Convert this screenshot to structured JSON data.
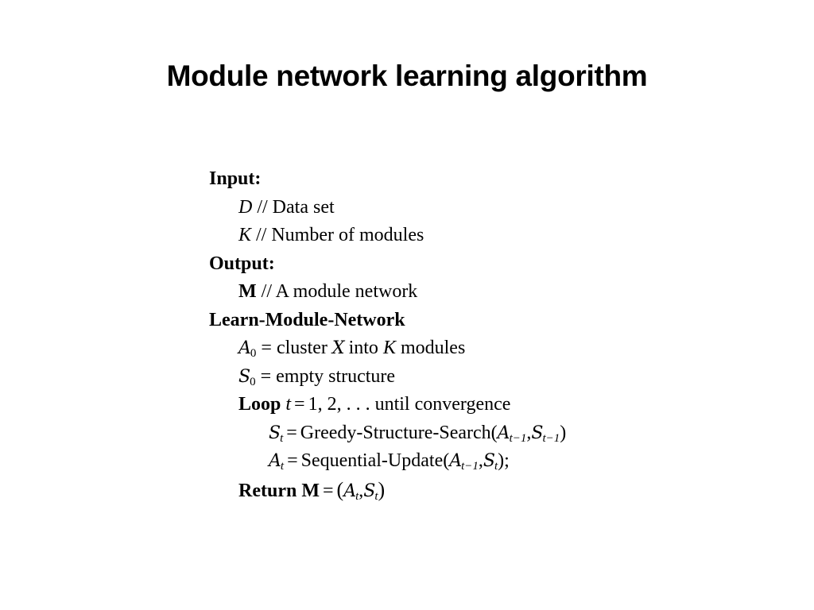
{
  "slide": {
    "title": "Module network learning algorithm"
  },
  "algorithm": {
    "input_label": "Input:",
    "input_d_symbol": "D",
    "input_d_comment": "// Data set",
    "input_k_symbol": "K",
    "input_k_comment": "// Number of modules",
    "output_label": "Output:",
    "output_m_symbol": "M",
    "output_m_comment": "// A module network",
    "procedure_name": "Learn-Module-Network",
    "init_a": {
      "symbol": "A",
      "sub": "0",
      "eq": "=",
      "text_cluster": "cluster",
      "x_symbol": "X",
      "text_into": "into",
      "k_symbol": "K",
      "text_modules": "modules"
    },
    "init_s": {
      "symbol": "S",
      "sub": "0",
      "eq": "=",
      "text": "empty structure"
    },
    "loop": {
      "keyword": "Loop",
      "var": "t",
      "eq": "=",
      "range": "1, 2, . . .",
      "text": "until convergence"
    },
    "step_s": {
      "lhs": "S",
      "lhs_sub": "t",
      "eq": "=",
      "func": "Greedy-Structure-Search(",
      "arg1": "A",
      "arg1_sub": "t−1",
      "sep": ",",
      "arg2": "S",
      "arg2_sub": "t−1",
      "close": ")"
    },
    "step_a": {
      "lhs": "A",
      "lhs_sub": "t",
      "eq": "=",
      "func": "Sequential-Update(",
      "arg1": "A",
      "arg1_sub": "t−1",
      "sep": ",",
      "arg2": "S",
      "arg2_sub": "t",
      "close": ");"
    },
    "return": {
      "keyword": "Return",
      "m_symbol": "M",
      "eq": "=",
      "open": "(",
      "a": "A",
      "a_sub": "t",
      "sep": ",",
      "s": "S",
      "s_sub": "t",
      "close": ")"
    }
  }
}
